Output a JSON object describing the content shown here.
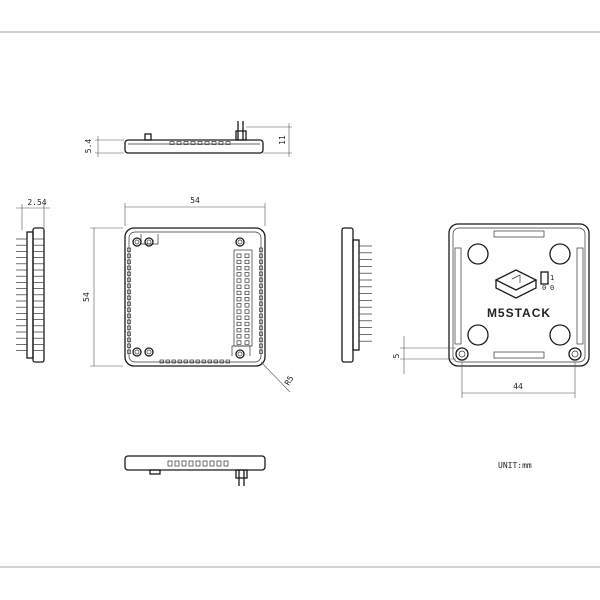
{
  "dims": {
    "top_height": "5.4",
    "top_pin": "11",
    "left_pitch": "2.54",
    "front_width": "54",
    "front_height": "54",
    "corner_radius": "R5",
    "back_offset": "5",
    "back_span": "44"
  },
  "brand": {
    "name": "M5STACK",
    "digit_top": "1",
    "digit_left": "0",
    "digit_right": "0"
  },
  "unit_note": "UNIT:mm"
}
